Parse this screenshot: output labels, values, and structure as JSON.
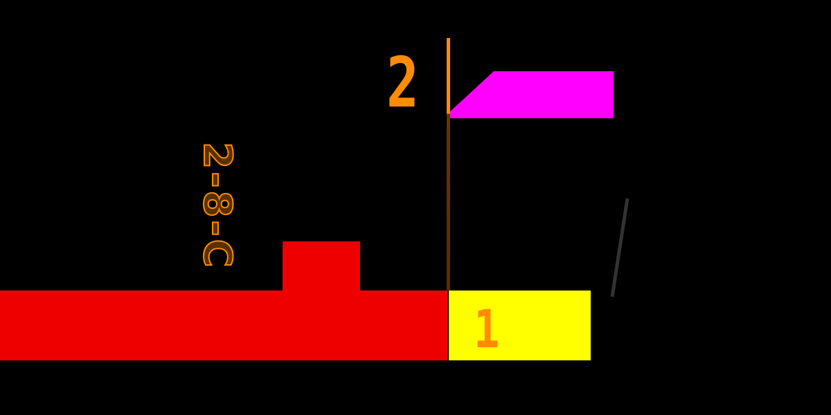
{
  "background": "#000000",
  "colors": {
    "red_region": "#ee0000",
    "yellow_region": "#ffff00",
    "magenta_region": "#ff00ff",
    "orange_accent": "#ff8c00",
    "dark_diagonal": "#333333"
  },
  "annotations": {
    "top_label": "2",
    "bottom_label": "1",
    "rotated_label": "2-8-C"
  }
}
